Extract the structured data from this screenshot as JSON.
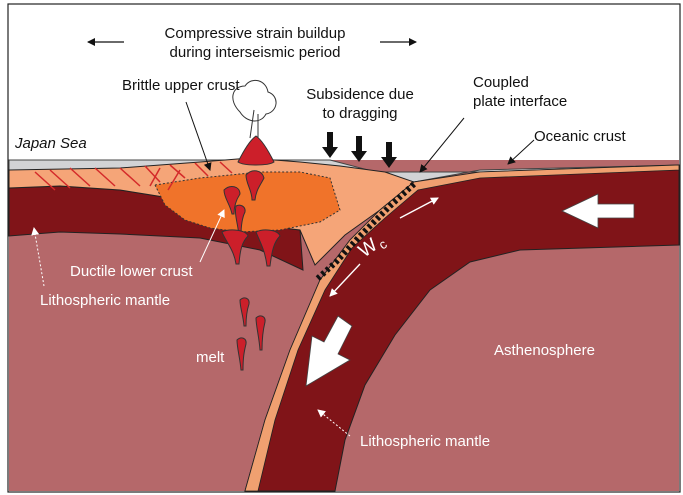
{
  "labels": {
    "strain_line1": "Compressive strain buildup",
    "strain_line2": "during interseismic period",
    "brittle": "Brittle upper crust",
    "subsidence_line1": "Subsidence due",
    "subsidence_line2": "to dragging",
    "coupled_line1": "Coupled",
    "coupled_line2": "plate interface",
    "japan_sea": "Japan Sea",
    "oceanic_crust": "Oceanic crust",
    "ductile": "Ductile lower crust",
    "lith_mantle_left": "Lithospheric mantle",
    "melt": "melt",
    "asthenosphere": "Asthenosphere",
    "lith_mantle_bottom": "Lithospheric mantle",
    "wc_main": "W",
    "wc_sub": "c"
  },
  "colors": {
    "sea": "#d2d3d5",
    "upper_crust": "#f5a578",
    "lower_crust": "#f0732a",
    "mantle": "#801418",
    "asthenosphere": "#b5686a",
    "melt": "#cc1f2a",
    "fault_lines": "#d42a2a",
    "oceanic_crust": "#f0a070"
  }
}
